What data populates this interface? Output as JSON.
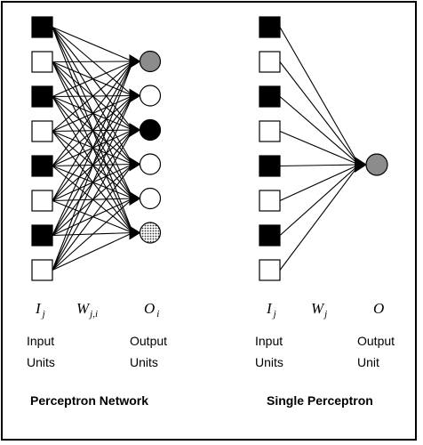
{
  "network": {
    "input_symbol": "I",
    "input_sub": "j",
    "weight_symbol": "W",
    "weight_sub": "j,i",
    "output_symbol": "O",
    "output_sub": "i",
    "input_label_1": "Input",
    "input_label_2": "Units",
    "output_label_1": "Output",
    "output_label_2": "Units",
    "caption": "Perceptron Network",
    "inputs": [
      "black",
      "white",
      "black",
      "white",
      "black",
      "white",
      "black",
      "white"
    ],
    "outputs": [
      "gray",
      "white",
      "black",
      "white",
      "white",
      "dotted"
    ]
  },
  "single": {
    "input_symbol": "I",
    "input_sub": "j",
    "weight_symbol": "W",
    "weight_sub": "j",
    "output_symbol": "O",
    "input_label_1": "Input",
    "input_label_2": "Units",
    "output_label_1": "Output",
    "output_label_2": "Unit",
    "caption": "Single Perceptron",
    "inputs": [
      "black",
      "white",
      "black",
      "white",
      "black",
      "white",
      "black",
      "white"
    ],
    "output": "gray"
  },
  "colors": {
    "black": "#000000",
    "white": "#ffffff",
    "gray": "#8c8c8c",
    "dotted": "#c8c8c8"
  }
}
